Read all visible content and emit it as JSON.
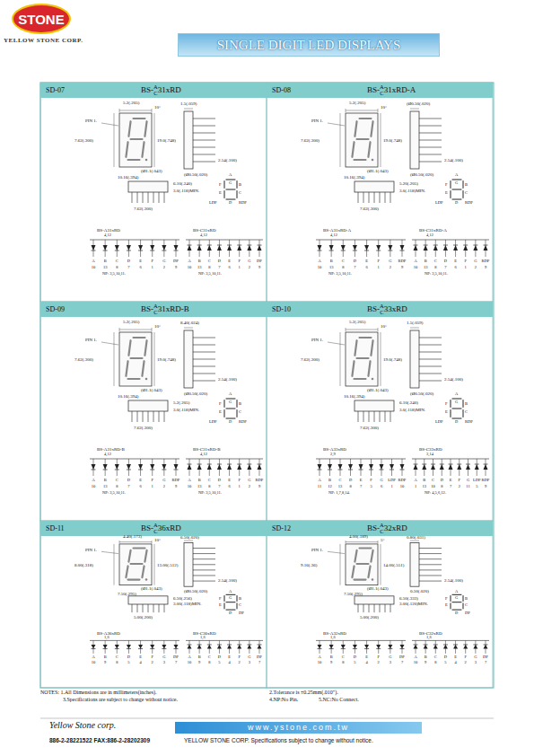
{
  "diagram": {
    "nodes": [
      {
        "text": [
          "STONE",
          "YELLOW STONE CORP."
        ]
      },
      {
        "text": [
          "SINGLE DIGIT LED DISPLAYS"
        ]
      },
      {
        "text": [
          "SD-07",
          "BS-",
          "A",
          "C",
          "31xRD"
        ]
      },
      {
        "text": [
          "SD-08",
          "BS-",
          "A",
          "C",
          "31xRD-A"
        ]
      },
      {
        "text": [
          "SD-09",
          "BS-",
          "A",
          "C",
          "31xRD-B"
        ]
      },
      {
        "text": [
          "SD-10",
          "BS-",
          "A",
          "C",
          "33xRD"
        ]
      },
      {
        "text": [
          "SD-11",
          "BS-",
          "A",
          "C",
          "36xRD"
        ]
      },
      {
        "text": [
          "SD-12",
          "BS-",
          "A",
          "C",
          "32xRD"
        ]
      },
      {
        "text": [
          "www.ystone.com.tw"
        ]
      }
    ],
    "labels": [
      "5.2(.205)",
      "10°",
      "PIN 1.",
      "7.62(.300)",
      "19.0(.748)",
      "(Ø1.1(.043)",
      "10.16(.394)",
      "1.5(.059)",
      "2.54(.100)",
      "(Ø0.50(.020)",
      "6.10(.240)",
      "3.0(.118)MIN.",
      "7.62(.300)",
      "A",
      "F",
      "B",
      "G",
      "E",
      "C",
      "D",
      "LDP",
      "RDP",
      "BS-A31xRD",
      "4,12",
      "A",
      "B",
      "C",
      "D",
      "E",
      "F",
      "G",
      "DP",
      "10",
      "13",
      "8",
      "7",
      "6",
      "1",
      "2",
      "9",
      "NP: 3,5,10,11.",
      "BS-C31xRD",
      "4,12",
      "A",
      "B",
      "C",
      "D",
      "E",
      "F",
      "G",
      "DP",
      "10",
      "13",
      "8",
      "7",
      "6",
      "1",
      "2",
      "9",
      "NP: 3,5,10,11.",
      "5.2(.205)",
      "10°",
      "PIN 1.",
      "7.62(.300)",
      "19.0(.748)",
      "(Ø1.1(.043)",
      "10.16(.394)",
      "(Ø0.50(.020)",
      "2.54(.100)",
      "(Ø0.50(.020)",
      "5.20(.205)",
      "3.0(.118)MIN.",
      "7.62(.300)",
      "A",
      "F",
      "B",
      "G",
      "E",
      "C",
      "D",
      "LDP",
      "RDP",
      "BS-A31xRD-A",
      "4,12",
      "A",
      "B",
      "C",
      "D",
      "E",
      "F",
      "G",
      "RDP",
      "10",
      "13",
      "8",
      "7",
      "6",
      "1",
      "2",
      "9",
      "NP: 3,5,10,11.",
      "BS-C31xRD-A",
      "4,12",
      "A",
      "B",
      "C",
      "D",
      "E",
      "F",
      "G",
      "RDP",
      "10",
      "13",
      "8",
      "7",
      "6",
      "1",
      "2",
      "9",
      "NP: 3,5,10,11.",
      "5.2(.205)",
      "10°",
      "PIN 1.",
      "7.62(.300)",
      "19.0(.748)",
      "(Ø1.1(.043)",
      "10.16(.394)",
      "8.40(.024)",
      "2.54(.100)",
      "(Ø0.50(.020)",
      "5.2(.205)",
      "3.0(.118)MIN.",
      "7.62(.300)",
      "A",
      "F",
      "B",
      "G",
      "E",
      "C",
      "D",
      "LDP",
      "RDP",
      "BS-A31xRD-B",
      "4,12",
      "A",
      "B",
      "C",
      "D",
      "E",
      "F",
      "G",
      "RDP",
      "10",
      "13",
      "8",
      "7",
      "6",
      "1",
      "2",
      "9",
      "NP: 3,5,10,11.",
      "BS-C31xRD-B",
      "4,12",
      "A",
      "B",
      "C",
      "D",
      "E",
      "F",
      "G",
      "RDP",
      "10",
      "13",
      "8",
      "7",
      "6",
      "1",
      "2",
      "9",
      "NP: 3,5,10,11.",
      "5.2(.205)",
      "10°",
      "PIN 1.",
      "7.62(.300)",
      "19.0(.748)",
      "(Ø1.1(.043)",
      "10.16(.394)",
      "1.5(.059)",
      "2.54(.100)",
      "(Ø0.50(.020)",
      "6.10(.240)",
      "3.0(.118)MIN.",
      "7.62(.300)",
      "A",
      "F",
      "B",
      "G",
      "E",
      "C",
      "D",
      "LDP",
      "RDP",
      "BS-A33xRD",
      "2,9",
      "A",
      "B",
      "C",
      "D",
      "E",
      "F",
      "G",
      "LDP",
      "RDP",
      "11",
      "12",
      "13",
      "8",
      "7",
      "5",
      "6",
      "1",
      "10",
      "NP: 1,7,8,14.",
      "BS-C33xRD",
      "3,14",
      "A",
      "B",
      "C",
      "D",
      "E",
      "F",
      "G",
      "LDP",
      "RDP",
      "1",
      "13",
      "10",
      "8",
      "7",
      "2",
      "11",
      "5",
      "9",
      "NP: 4,5,6,12.",
      "4.40(.173)",
      "10°",
      "PIN 1.",
      "8.00(.318)",
      "13.00(.512)",
      "(Ø1.1(.043)",
      "7.50(.295)",
      "6.50(.020)",
      "2.54(.100)",
      "(Ø0.50(.020)",
      "6.50(.256)",
      "3.00(.118)MIN.",
      "5.00(.200)",
      "A",
      "F",
      "B",
      "G",
      "E",
      "C",
      "D",
      "DP",
      "BS-A36xRD",
      "1,6",
      "A",
      "B",
      "C",
      "D",
      "E",
      "F",
      "G",
      "DP",
      "10",
      "9",
      "8",
      "5",
      "4",
      "2",
      "3",
      "7",
      "BS-C36xRD",
      "1,6",
      "A",
      "B",
      "C",
      "D",
      "E",
      "F",
      "G",
      "DP",
      "10",
      "9",
      "8",
      "5",
      "4",
      "2",
      "3",
      "7",
      "4.00(.189)",
      "5°",
      "PIN 1.",
      "9.16(.36)",
      "14.00(.551)",
      "(Ø1.1(.043)",
      "7.50(.295)",
      "0.80(.031)",
      "2.54(.100)",
      "0.50(.020)",
      "6.50(.333)",
      "3.00(.120)MIN.",
      "5.00(.200)",
      "A",
      "F",
      "B",
      "G",
      "E",
      "C",
      "D",
      "DP",
      "BS-A32xRD",
      "1,6",
      "A",
      "B",
      "C",
      "D",
      "E",
      "F",
      "G",
      "DP",
      "10",
      "9",
      "8",
      "5",
      "4",
      "2",
      "3",
      "7",
      "BS-C32xRD",
      "1,6",
      "A",
      "B",
      "C",
      "D",
      "E",
      "F",
      "G",
      "DP",
      "10",
      "9",
      "8",
      "5",
      "4",
      "2",
      "3",
      "7",
      "NOTES: 1.All Dimensions are in millimeters(inches).",
      "3.Specifications are subject to change without notice.",
      "2.Tolerance is ±0.25mm(.010\").",
      "4.NP:No Pin.",
      "5.NC:No Connect.",
      "Yellow Stone corp.",
      "886-2-28221522 FAX:886-2-28202309",
      "YELLOW STONE CORP. Specifications subject to change without notice."
    ]
  }
}
